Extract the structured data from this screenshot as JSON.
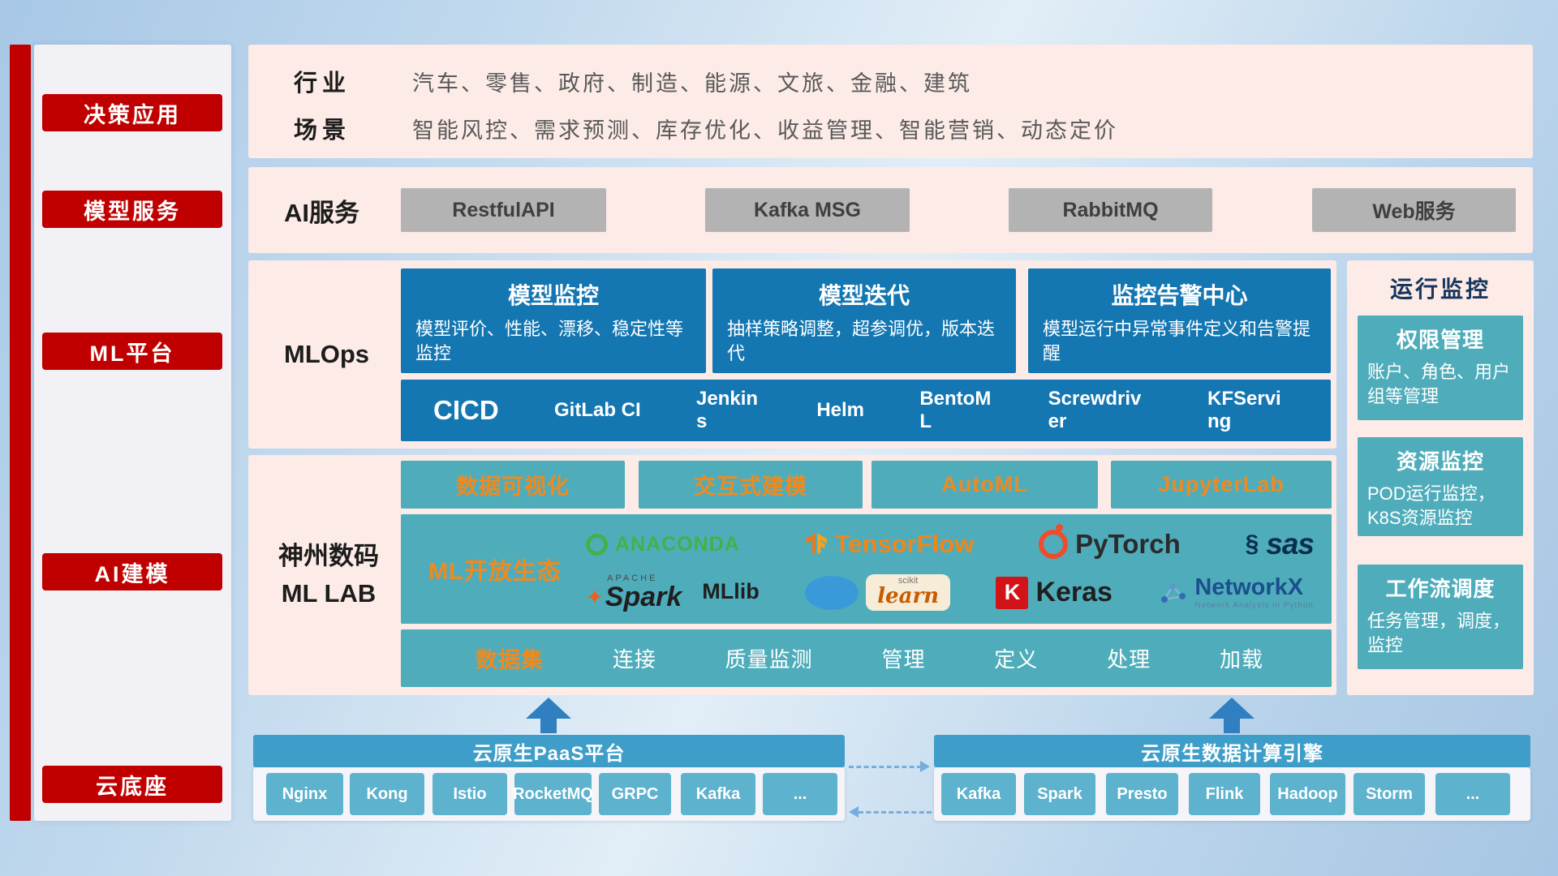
{
  "colors": {
    "accent_red": "#c00000",
    "panel_pink": "#fcebe6",
    "primary_blue": "#1577b2",
    "teal": "#4fadbb",
    "orange_text": "#ef8a1f",
    "bottom_bar_blue": "#3e9ec9",
    "bottom_chip_teal": "#5db3ce",
    "gray_chip": "#b3b3b3"
  },
  "sidebar": {
    "items": [
      {
        "label": "决策应用"
      },
      {
        "label": "模型服务"
      },
      {
        "label": "ML平台"
      },
      {
        "label": "AI建模"
      },
      {
        "label": "云底座"
      }
    ]
  },
  "industry": {
    "rows": [
      {
        "label": "行业",
        "value": "汽车、零售、政府、制造、能源、文旅、金融、建筑"
      },
      {
        "label": "场景",
        "value": "智能风控、需求预测、库存优化、收益管理、智能营销、动态定价"
      }
    ]
  },
  "ai_service": {
    "label": "AI服务",
    "buttons": [
      "RestfulAPI",
      "Kafka MSG",
      "RabbitMQ",
      "Web服务"
    ]
  },
  "mlops": {
    "label": "MLOps",
    "cards": [
      {
        "title": "模型监控",
        "desc": "模型评价、性能、漂移、稳定性等监控"
      },
      {
        "title": "模型迭代",
        "desc": "抽样策略调整，超参调优，版本迭代"
      },
      {
        "title": "监控告警中心",
        "desc": "模型运行中异常事件定义和告警提醒"
      }
    ],
    "cicd": {
      "title": "CICD",
      "items": [
        "GitLab CI",
        "Jenkins",
        "Helm",
        "BentoML",
        "Screwdriver",
        "KFServing"
      ]
    }
  },
  "mllab": {
    "title_line1": "神州数码",
    "title_line2": "ML LAB",
    "tools": [
      "数据可视化",
      "交互式建模",
      "AutoML",
      "JupyterLab"
    ],
    "eco": {
      "label": "ML开放生态",
      "logos": {
        "anaconda": "ANACONDA",
        "tensorflow": "TensorFlow",
        "pytorch": "PyTorch",
        "sas": "sas",
        "apache": "APACHE",
        "spark": "Spark",
        "mllib": "MLlib",
        "scikit": "scikit",
        "learn": "learn",
        "keras_initial": "K",
        "keras": "Keras",
        "networkx": "NetworkX",
        "networkx_caption": "Network Analysis in Python"
      }
    },
    "data_row": {
      "label": "数据集",
      "items": [
        "连接",
        "质量监测",
        "管理",
        "定义",
        "处理",
        "加载"
      ]
    }
  },
  "monitor": {
    "title": "运行监控",
    "cards": [
      {
        "title": "权限管理",
        "desc": "账户、角色、用户组等管理"
      },
      {
        "title": "资源监控",
        "desc": "POD运行监控，K8S资源监控"
      },
      {
        "title": "工作流调度",
        "desc": "任务管理，调度，监控"
      }
    ]
  },
  "bottom": {
    "paas": {
      "title": "云原生PaaS平台",
      "items": [
        "Nginx",
        "Kong",
        "Istio",
        "RocketMQ",
        "GRPC",
        "Kafka",
        "..."
      ]
    },
    "engine": {
      "title": "云原生数据计算引擎",
      "items": [
        "Kafka",
        "Spark",
        "Presto",
        "Flink",
        "Hadoop",
        "Storm",
        "..."
      ]
    }
  }
}
